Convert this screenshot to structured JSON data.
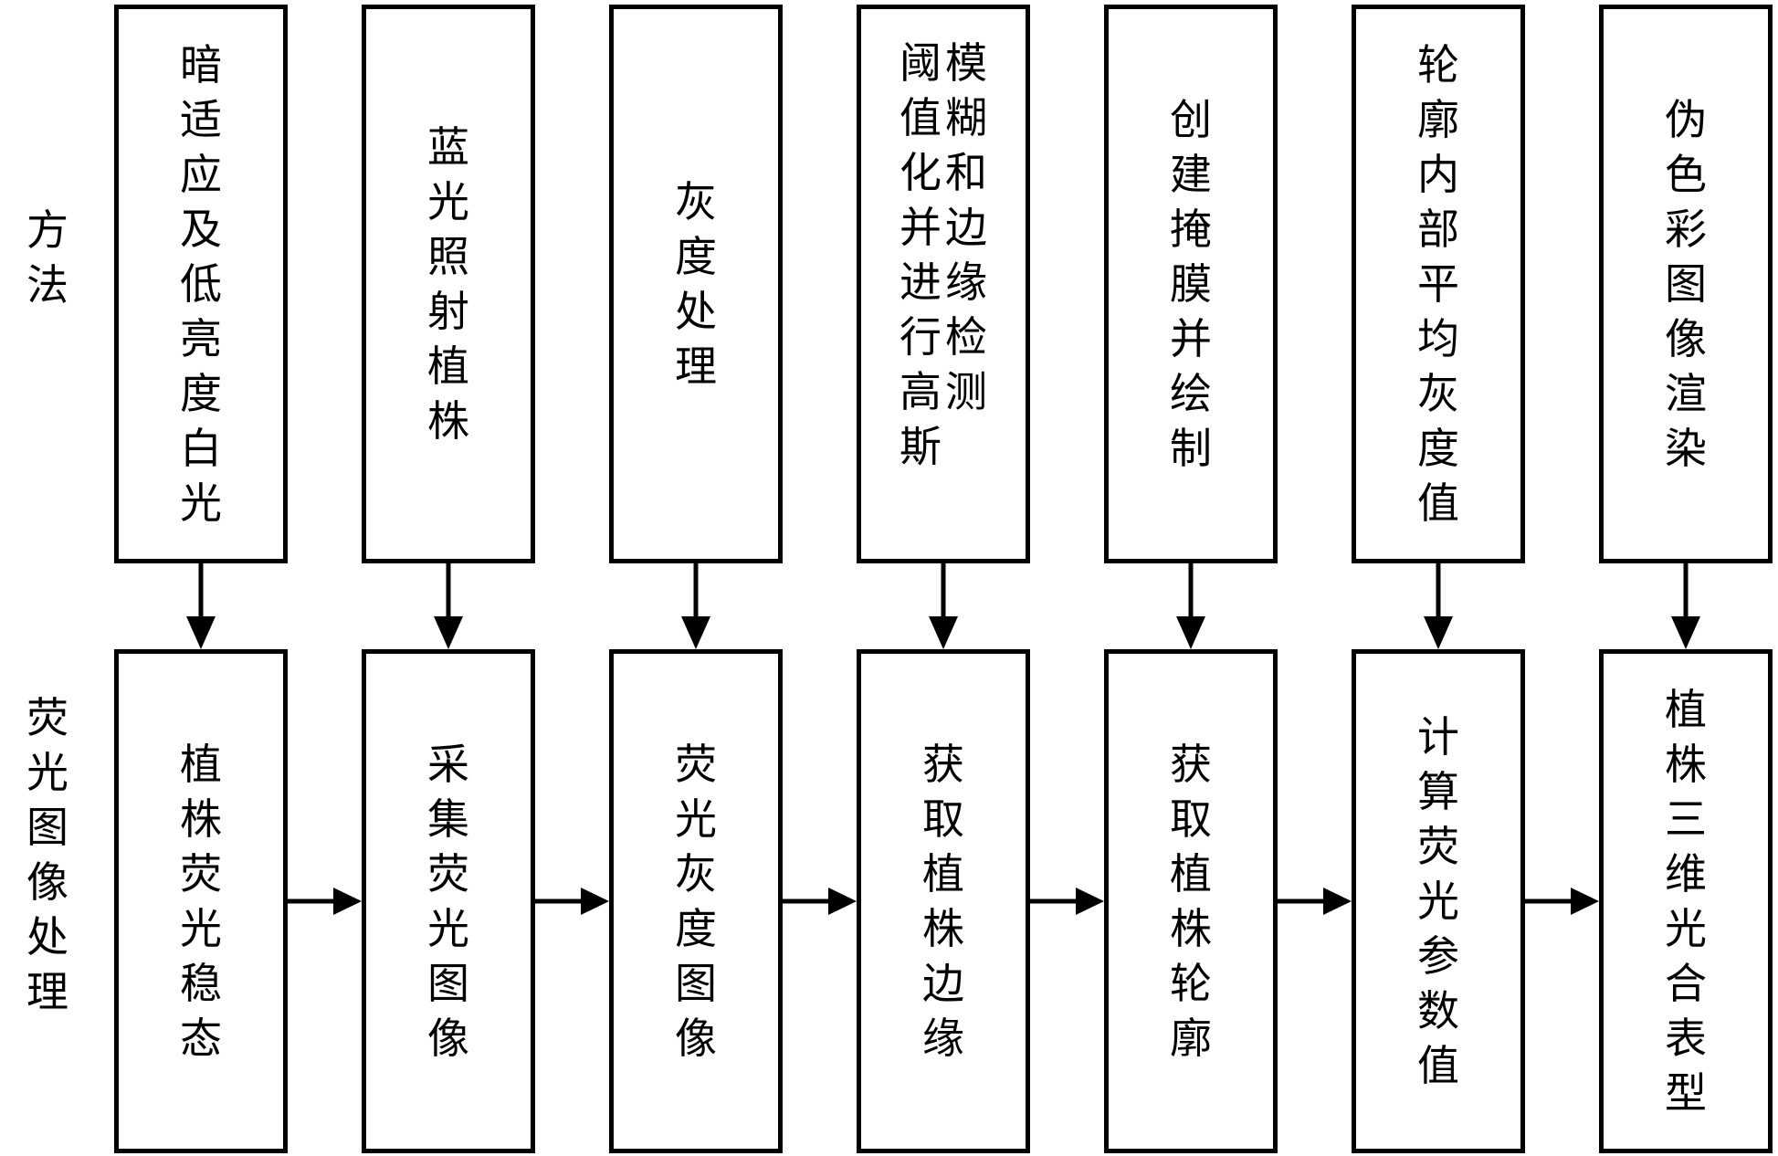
{
  "row_labels": {
    "method": "方法",
    "processing": "荧光图像处理"
  },
  "steps": [
    {
      "method": [
        "暗适应及低亮度白光"
      ],
      "result": "植株荧光稳态"
    },
    {
      "method": [
        "蓝光照射植株"
      ],
      "result": "采集荧光图像"
    },
    {
      "method": [
        "灰度处理"
      ],
      "result": "荧光灰度图像"
    },
    {
      "method": [
        "阈值化并进行高斯",
        "模糊和边缘检测"
      ],
      "result": "获取植株边缘"
    },
    {
      "method": [
        "创建掩膜并绘制"
      ],
      "result": "获取植株轮廓"
    },
    {
      "method": [
        "轮廓内部平均灰度值"
      ],
      "result": "计算荧光参数值"
    },
    {
      "method": [
        "伪色彩图像渲染"
      ],
      "result": "植株三维光合表型"
    }
  ],
  "colors": {
    "line": "#000000",
    "background": "#ffffff",
    "text": "#000000"
  }
}
